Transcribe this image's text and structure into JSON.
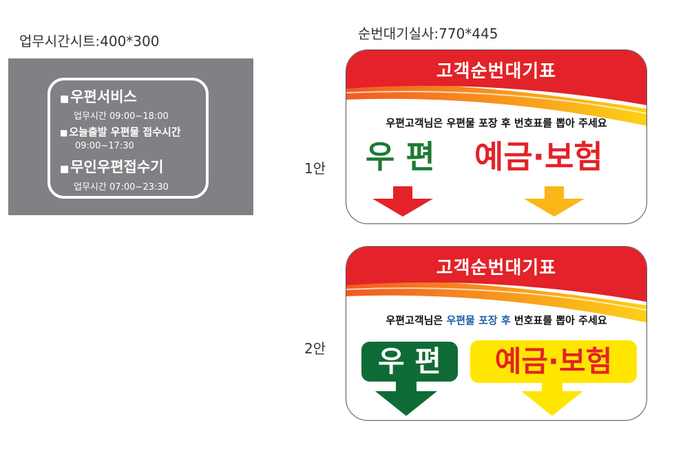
{
  "work_hours_sheet": {
    "caption": "업무시간시트:400*300",
    "bullet": "■",
    "items": [
      {
        "title": "우편서비스",
        "hours": "업무시간 09:00~18:00"
      },
      {
        "title": "오늘출발 우편물 접수시간",
        "hours": "09:00~17:30"
      },
      {
        "title": "무인우편접수기",
        "hours": "업무시간 07:00~23:30"
      }
    ]
  },
  "ticket_sign": {
    "caption": "순번대기실사:770*445",
    "options": [
      {
        "label": "1안",
        "title": "고객순번대기표",
        "notice": "우편고객님은 우편물 포장 후 번호표를 뽑아 주세요",
        "left_label": "우 편",
        "right_label": "예금·보험"
      },
      {
        "label": "2안",
        "title": "고객순번대기표",
        "notice_parts": [
          "우편고객님은 ",
          "우편물 포장 후",
          " 번호표를 뽑아 주세요"
        ],
        "left_label": "우 편",
        "right_label": "예금·보험"
      }
    ]
  },
  "colors": {
    "sheet_bg": "#808184",
    "banner_red": "#e32229",
    "banner_orange": "#f7941d",
    "green": "#1d7a31",
    "dark_green": "#0f6b35",
    "yellow": "#ffe600",
    "arrow_red": "#e32229",
    "arrow_gold": "#fbb617",
    "notice_blue": "#1f5fa8"
  }
}
